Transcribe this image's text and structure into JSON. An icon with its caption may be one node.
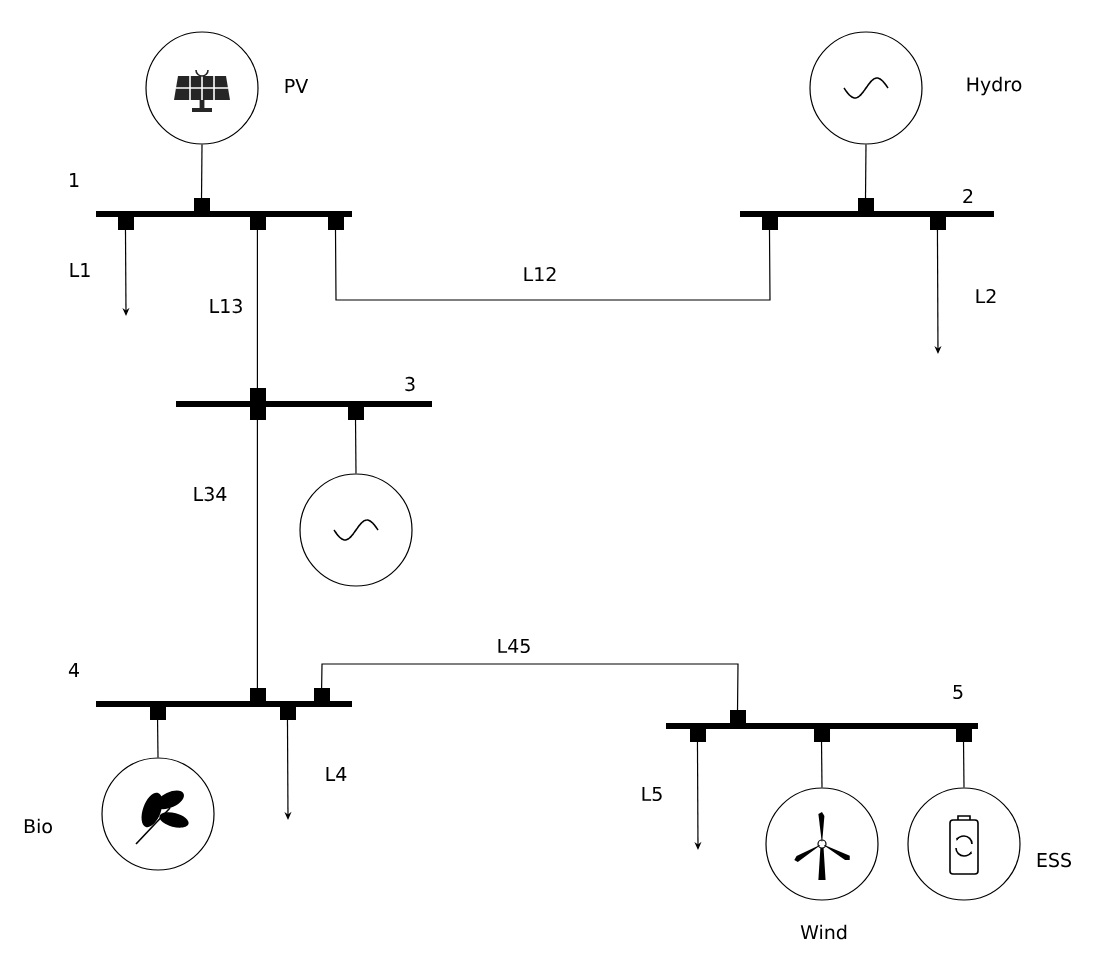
{
  "diagram": {
    "nodes": [
      {
        "text": [
          "PV"
        ]
      },
      {
        "text": [
          "Hydro"
        ]
      },
      {
        "text": [
          "1"
        ]
      },
      {
        "text": [
          "2"
        ]
      },
      {
        "text": [
          "3"
        ]
      },
      {
        "text": [],
        "shape": "circle"
      },
      {
        "text": [
          "4"
        ]
      },
      {
        "text": [
          "5"
        ]
      },
      {
        "text": [
          "Bio"
        ]
      },
      {
        "text": [
          "Wind"
        ]
      },
      {
        "text": [
          "ESS"
        ]
      }
    ],
    "edges": [
      {
        "from": 0,
        "to": 2,
        "arrow": "none"
      },
      {
        "from": 1,
        "to": 3,
        "arrow": "none"
      },
      {
        "from": 2,
        "to": null,
        "arrow": "to",
        "label": "L1"
      },
      {
        "from": 2,
        "to": 3,
        "arrow": "none",
        "label": "L12"
      },
      {
        "from": 2,
        "to": 4,
        "arrow": "none",
        "label": "L13"
      },
      {
        "from": 3,
        "to": null,
        "arrow": "to",
        "label": "L2"
      },
      {
        "from": 4,
        "to": 5,
        "arrow": "none"
      },
      {
        "from": 4,
        "to": 6,
        "arrow": "none",
        "label": "L34"
      },
      {
        "from": 6,
        "to": 7,
        "arrow": "none",
        "label": "L45"
      },
      {
        "from": 6,
        "to": 8,
        "arrow": "none"
      },
      {
        "from": 6,
        "to": null,
        "arrow": "to",
        "label": "L4"
      },
      {
        "from": 7,
        "to": null,
        "arrow": "to",
        "label": "L5"
      },
      {
        "from": 7,
        "to": 9,
        "arrow": "none"
      },
      {
        "from": 7,
        "to": 10,
        "arrow": "none"
      }
    ]
  }
}
